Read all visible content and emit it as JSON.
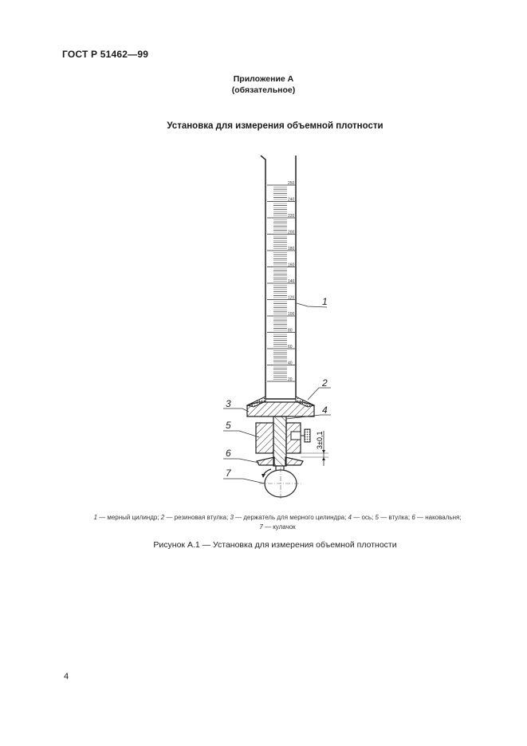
{
  "page": {
    "header": "ГОСТ Р 51462—99",
    "annex": {
      "title": "Приложение А",
      "status": "(обязательное)"
    },
    "section_title": "Установка для измерения объемной плотности",
    "figure": {
      "cylinder_scale": [
        "250",
        "240",
        "220",
        "200",
        "180",
        "160",
        "140",
        "120",
        "100",
        "80",
        "60",
        "40",
        "20"
      ],
      "callouts": [
        "1",
        "2",
        "3",
        "4",
        "5",
        "6",
        "7"
      ],
      "dimension": "3±0,1"
    },
    "legend": {
      "items": [
        {
          "num": "1",
          "text": "мерный цилиндр;"
        },
        {
          "num": "2",
          "text": "резиновая втулка;"
        },
        {
          "num": "3",
          "text": "держатель для мерного цилиндра;"
        },
        {
          "num": "4",
          "text": "ось;"
        },
        {
          "num": "5",
          "text": "втулка;"
        },
        {
          "num": "6",
          "text": "наковальня;"
        },
        {
          "num": "7",
          "text": "кулачок"
        }
      ],
      "dash": "—"
    },
    "caption": "Рисунок А.1 — Установка для измерения объемной плотности",
    "page_number": "4"
  }
}
